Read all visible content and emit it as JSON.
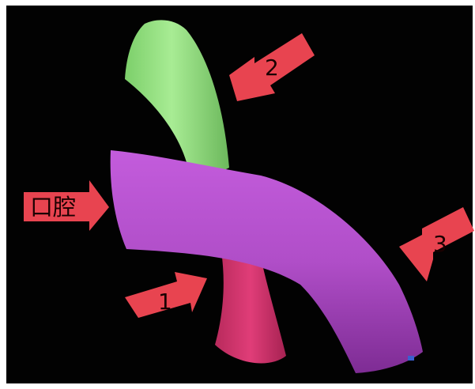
{
  "arrows": {
    "oral": {
      "label": "口腔",
      "color": "#e84450"
    },
    "one": {
      "label": "1",
      "color": "#e84450"
    },
    "two": {
      "label": "2",
      "color": "#e84450"
    },
    "three": {
      "label": "3",
      "color": "#e84450"
    }
  },
  "colors": {
    "background": "#020202",
    "border": "#ffffff",
    "green_tube": "#8fdc7c",
    "purple_tube": "#b04ec8",
    "pink_tube": "#d8356e",
    "arrow_fill": "#e84450"
  }
}
